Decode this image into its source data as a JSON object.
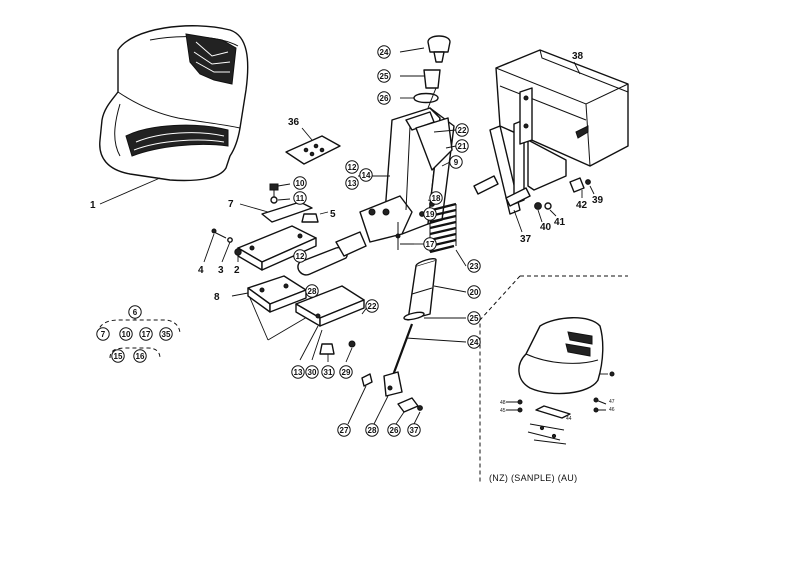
{
  "callouts": {
    "seat": "1",
    "pin": "4",
    "washer": "3",
    "bushing": "2",
    "seat_bracket": "7",
    "bolt": "10",
    "nut": "11",
    "plate_36": "36",
    "lock_nut": "5",
    "base_plate": "8",
    "knob": "24",
    "collar": "25",
    "ring": "26",
    "column_a": "22",
    "column_b": "21",
    "column_c": "9",
    "clip_a": "12",
    "clip_b": "13",
    "hinge": "14",
    "spring_pin": "18",
    "spring_nut": "19",
    "spring_bolt": "17",
    "spring": "23",
    "damper": "20",
    "damper_ring": "25",
    "rod": "24",
    "slider_plate": "28",
    "clamp_nut": "22",
    "lower_a": "13",
    "lower_b": "30",
    "lower_c": "31",
    "lower_d": "29",
    "stud_a": "27",
    "stud_b": "28",
    "stud_c": "26",
    "stud_d": "37",
    "toolbox": "38",
    "tb_bolt": "39",
    "tb_washer": "42",
    "tb_bracket": "37",
    "tb_nut_a": "40",
    "tb_nut_b": "41",
    "kit_top": "6",
    "kit_1": "7",
    "kit_2": "10",
    "kit_3": "17",
    "kit_4": "35",
    "kit_5": "15",
    "kit_6": "16"
  },
  "variant_note": "(NZ) (SANPLE) (AU)",
  "inset_callouts": {
    "i1": "48",
    "i2": "47",
    "i3": "46",
    "i4": "44",
    "i5": "45"
  }
}
